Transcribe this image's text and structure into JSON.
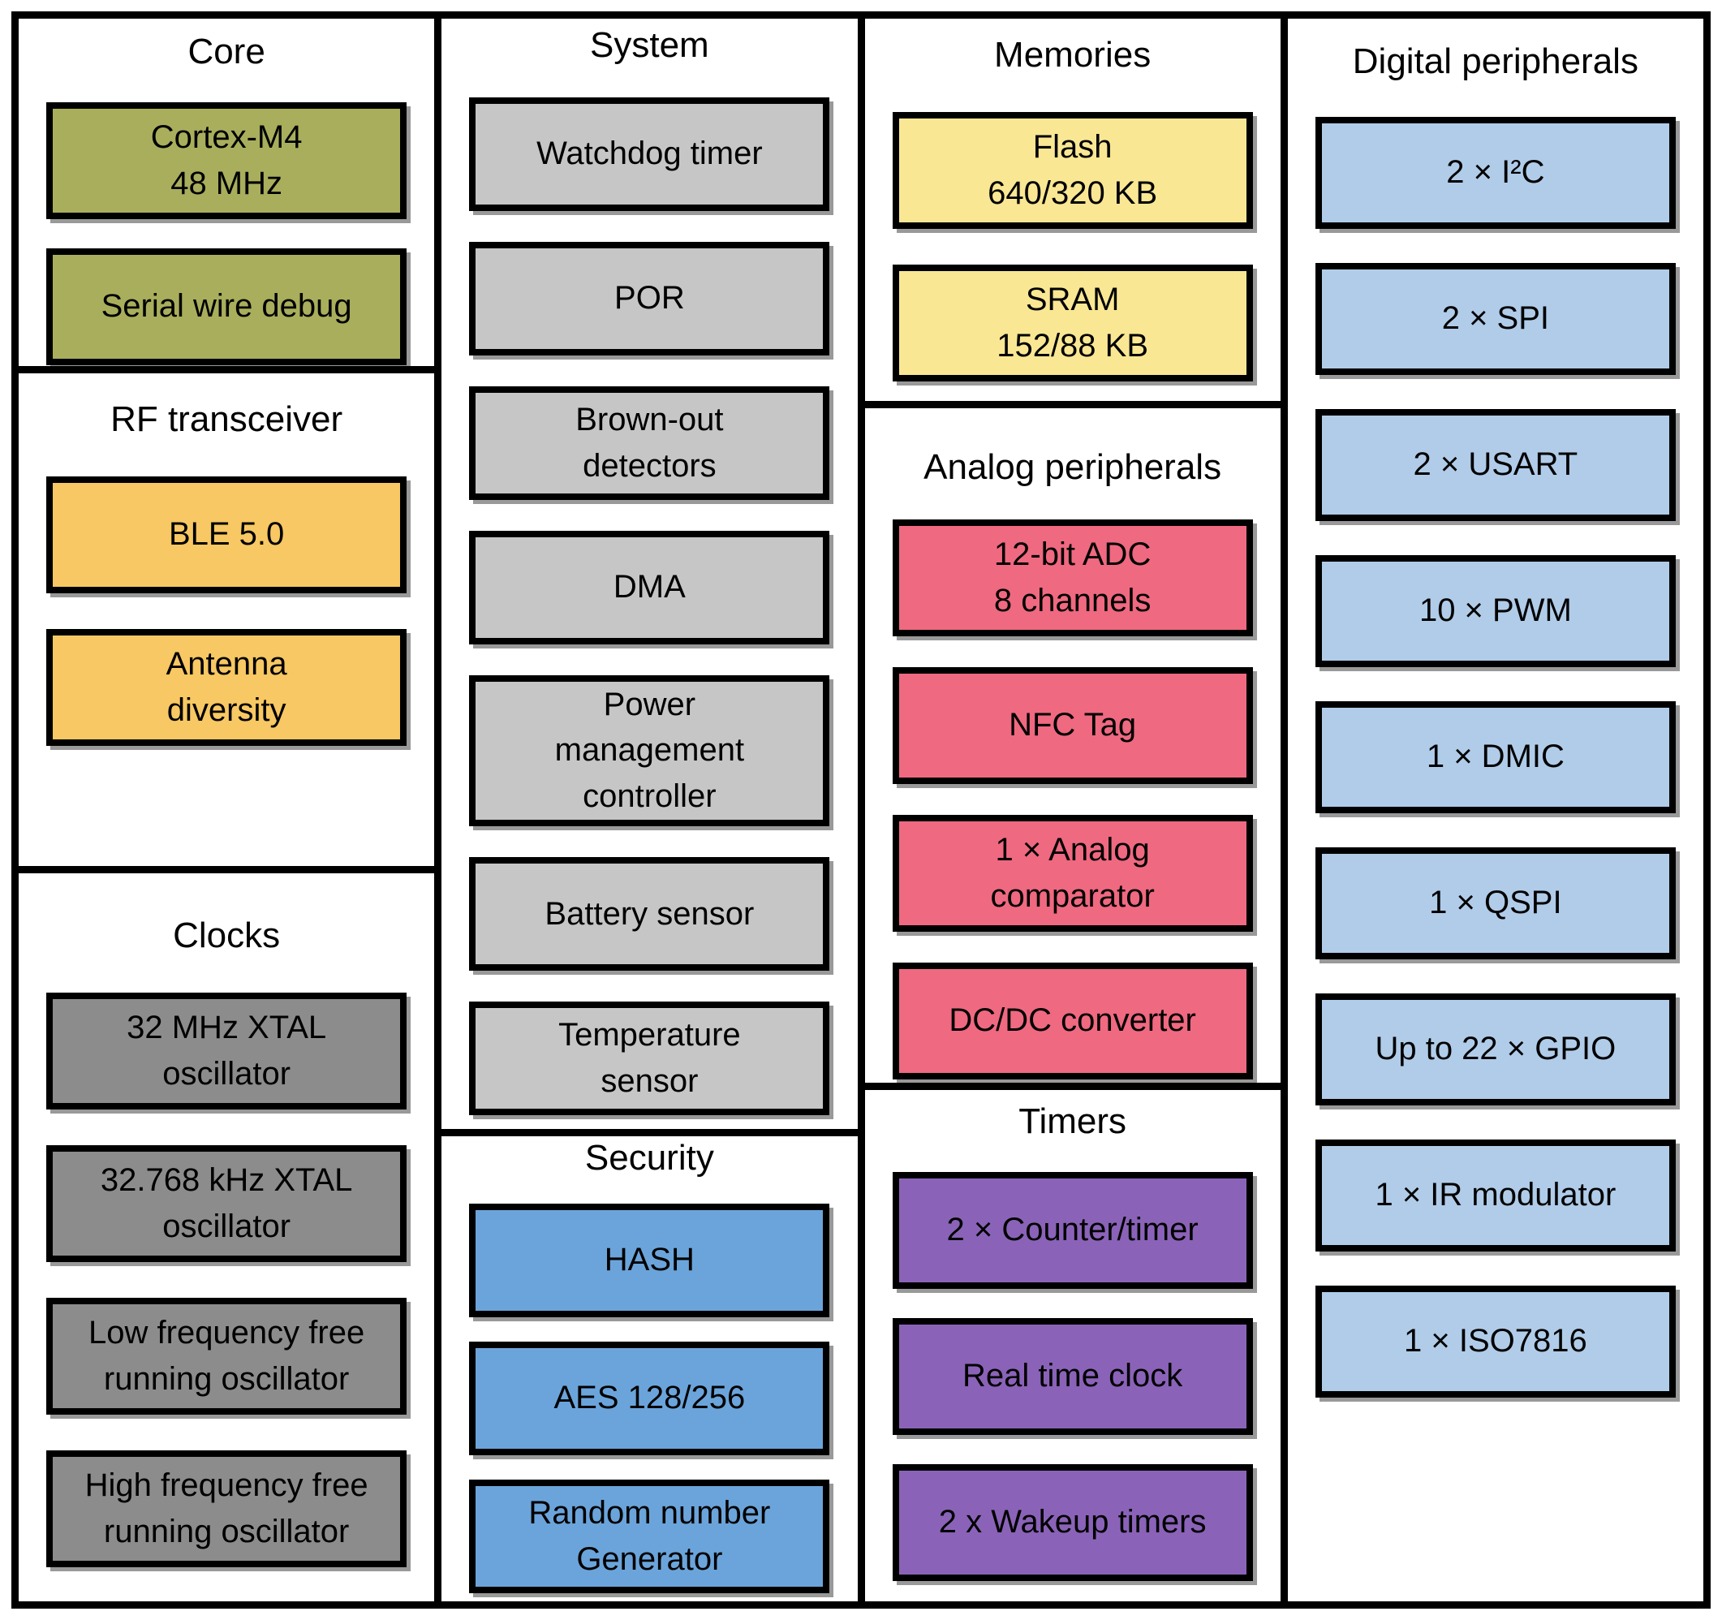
{
  "page": {
    "background": "#ffffff",
    "border_color": "#000000"
  },
  "diagram": {
    "columns": [
      {
        "id": "1",
        "sections": [
          {
            "id": "core",
            "title": "Core",
            "color": "#a9ae5c",
            "blocks": [
              {
                "label": "Cortex-M4\n48 MHz"
              },
              {
                "label": "Serial wire debug"
              }
            ]
          },
          {
            "id": "rf-transceiver",
            "title": "RF transceiver",
            "color": "#f7c863",
            "blocks": [
              {
                "label": "BLE 5.0"
              },
              {
                "label": "Antenna\ndiversity"
              }
            ]
          },
          {
            "id": "clocks",
            "title": "Clocks",
            "color": "#8c8c8c",
            "blocks": [
              {
                "label": "32 MHz XTAL\noscillator"
              },
              {
                "label": "32.768 kHz XTAL\noscillator"
              },
              {
                "label": "Low frequency free\nrunning oscillator"
              },
              {
                "label": "High frequency free\nrunning oscillator"
              }
            ]
          }
        ]
      },
      {
        "id": "2",
        "sections": [
          {
            "id": "system",
            "title": "System",
            "color": "#c6c6c6",
            "blocks": [
              {
                "label": "Watchdog timer"
              },
              {
                "label": "POR"
              },
              {
                "label": "Brown-out\ndetectors"
              },
              {
                "label": "DMA"
              },
              {
                "label": "Power\nmanagement\ncontroller",
                "tall": true
              },
              {
                "label": "Battery sensor"
              },
              {
                "label": "Temperature\nsensor"
              }
            ]
          },
          {
            "id": "security",
            "title": "Security",
            "color": "#6ba4da",
            "blocks": [
              {
                "label": "HASH"
              },
              {
                "label": "AES 128/256"
              },
              {
                "label": "Random number\nGenerator"
              }
            ]
          }
        ]
      },
      {
        "id": "3",
        "sections": [
          {
            "id": "memories",
            "title": "Memories",
            "color": "#f9e794",
            "blocks": [
              {
                "label": "Flash\n640/320 KB"
              },
              {
                "label": "SRAM\n152/88 KB"
              }
            ]
          },
          {
            "id": "analog-peripherals",
            "title": "Analog peripherals",
            "color": "#ef6980",
            "blocks": [
              {
                "label": "12-bit ADC\n8 channels"
              },
              {
                "label": "NFC Tag"
              },
              {
                "label": "1 × Analog\ncomparator"
              },
              {
                "label": "DC/DC converter"
              }
            ]
          },
          {
            "id": "timers",
            "title": "Timers",
            "color": "#8a63b8",
            "blocks": [
              {
                "label": "2 × Counter/timer"
              },
              {
                "label": "Real time clock"
              },
              {
                "label": "2 x Wakeup timers"
              }
            ]
          }
        ]
      },
      {
        "id": "4",
        "sections": [
          {
            "id": "digital-peripherals",
            "title": "Digital peripherals",
            "color": "#b0cce9",
            "blocks": [
              {
                "label": "2 × I²C"
              },
              {
                "label": "2 × SPI"
              },
              {
                "label": "2 × USART"
              },
              {
                "label": "10 × PWM"
              },
              {
                "label": "1 × DMIC"
              },
              {
                "label": "1 × QSPI"
              },
              {
                "label": "Up to 22 × GPIO"
              },
              {
                "label": "1 × IR modulator"
              },
              {
                "label": "1 × ISO7816"
              }
            ]
          }
        ]
      }
    ]
  }
}
